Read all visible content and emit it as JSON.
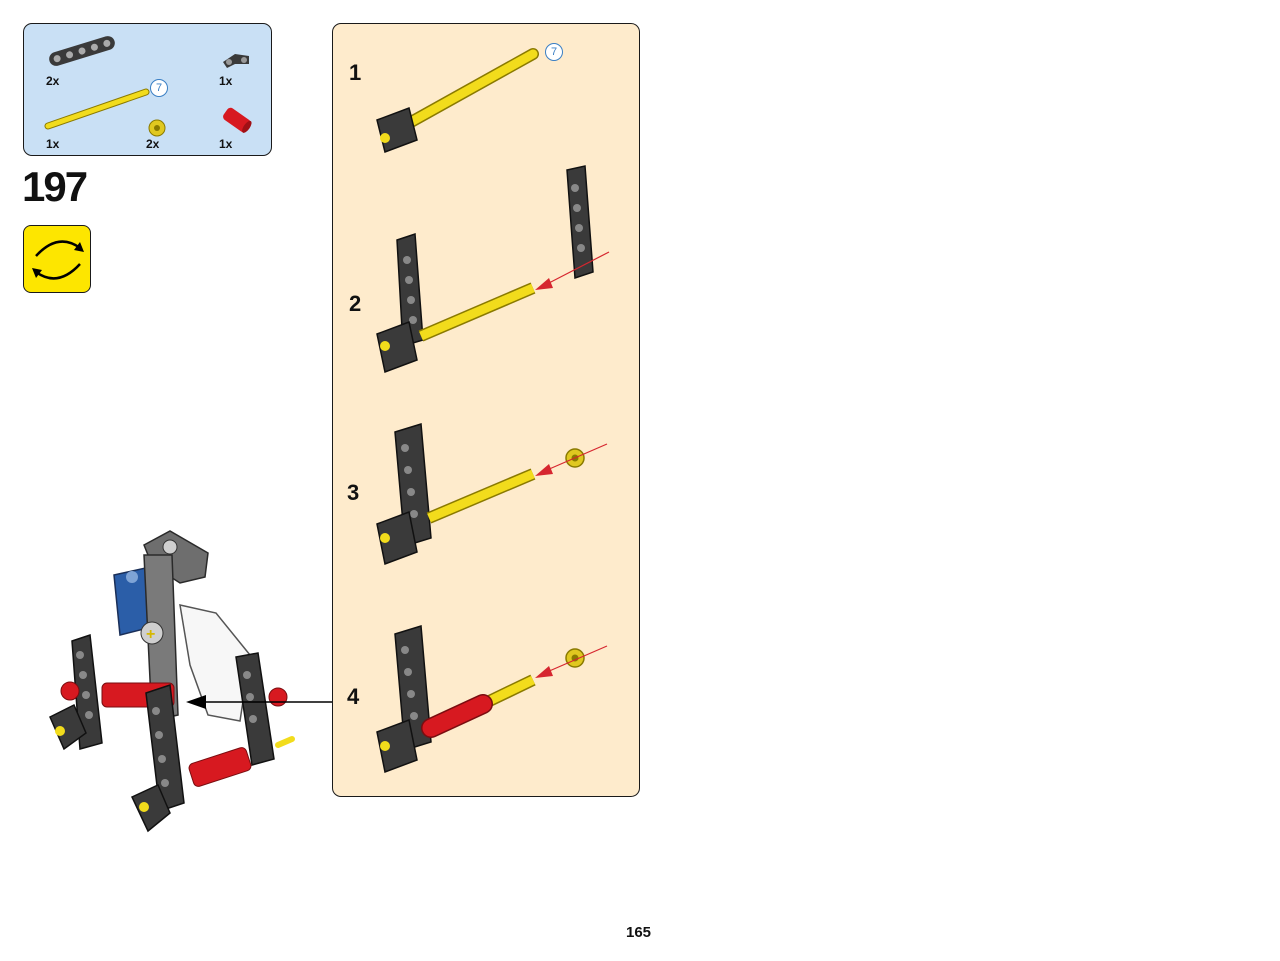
{
  "parts_list": {
    "items": [
      {
        "name": "beam-5",
        "qty": "2x",
        "color": "#3a3a3a"
      },
      {
        "name": "beam-2-bent",
        "qty": "1x",
        "color": "#3a3a3a"
      },
      {
        "name": "axle-7",
        "qty": "1x",
        "color": "#f2dc1c",
        "length_badge": "7"
      },
      {
        "name": "bush-half",
        "qty": "2x",
        "color": "#e0c820"
      },
      {
        "name": "connector-red",
        "qty": "1x",
        "color": "#d71920"
      }
    ]
  },
  "step": {
    "number": "197"
  },
  "rotate_icon": {
    "name": "rotate-model-icon"
  },
  "substeps": [
    {
      "label": "1",
      "length_badge": "7"
    },
    {
      "label": "2"
    },
    {
      "label": "3"
    },
    {
      "label": "4"
    }
  ],
  "page": {
    "number": "165"
  },
  "colors": {
    "parts_bg": "#c9e0f5",
    "substep_bg": "#feebcc",
    "rotate_bg": "#fde600",
    "axle": "#f2dc1c",
    "beam": "#3a3a3a",
    "red": "#d71920",
    "arrow": "#d6262f"
  }
}
